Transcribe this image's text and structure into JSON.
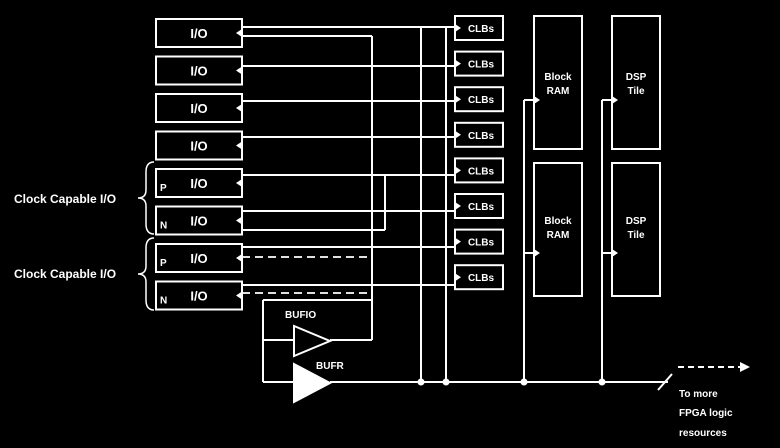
{
  "colors": {
    "background": "#000000",
    "foreground": "#ffffff"
  },
  "io_label": "I/O",
  "io_polarity": [
    "",
    "",
    "",
    "",
    "P",
    "N",
    "P",
    "N"
  ],
  "clock_capable_labels": [
    "Clock Capable I/O",
    "Clock Capable I/O"
  ],
  "clb_label": "CLBs",
  "clb_count": 8,
  "block_ram_label": [
    "Block",
    "RAM"
  ],
  "dsp_label": [
    "DSP",
    "Tile"
  ],
  "bufio_label": "BUFIO",
  "bufr_label": "BUFR",
  "more_resources_label": [
    "To more",
    "FPGA logic",
    "resources"
  ]
}
